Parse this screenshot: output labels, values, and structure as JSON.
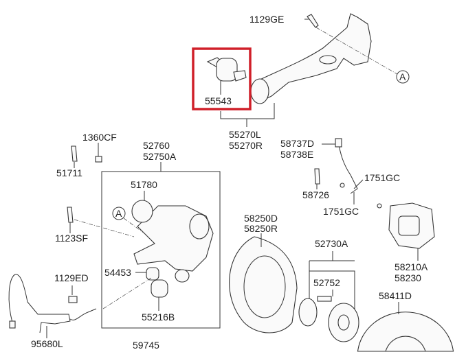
{
  "diagram": {
    "highlight_color": "#d0202a",
    "highlighted_part": "55543",
    "labels": {
      "p1129GE": "1129GE",
      "p55543": "55543",
      "p55270L": "55270L",
      "p55270R": "55270R",
      "p1360CF": "1360CF",
      "p51711": "51711",
      "p52760": "52760",
      "p52750A": "52750A",
      "p51780": "51780",
      "p1123SF": "1123SF",
      "p54453": "54453",
      "p55216B": "55216B",
      "p1129ED": "1129ED",
      "p95680L": "95680L",
      "p59745": "59745",
      "p58737D": "58737D",
      "p58738E": "58738E",
      "p58726": "58726",
      "p1751GC_a": "1751GC",
      "p1751GC_b": "1751GC",
      "p58250D": "58250D",
      "p58250R": "58250R",
      "p52730A": "52730A",
      "p52752": "52752",
      "p58210A": "58210A",
      "p58230": "58230",
      "p58411D": "58411D",
      "ref_a1": "A",
      "ref_a2": "A"
    }
  }
}
